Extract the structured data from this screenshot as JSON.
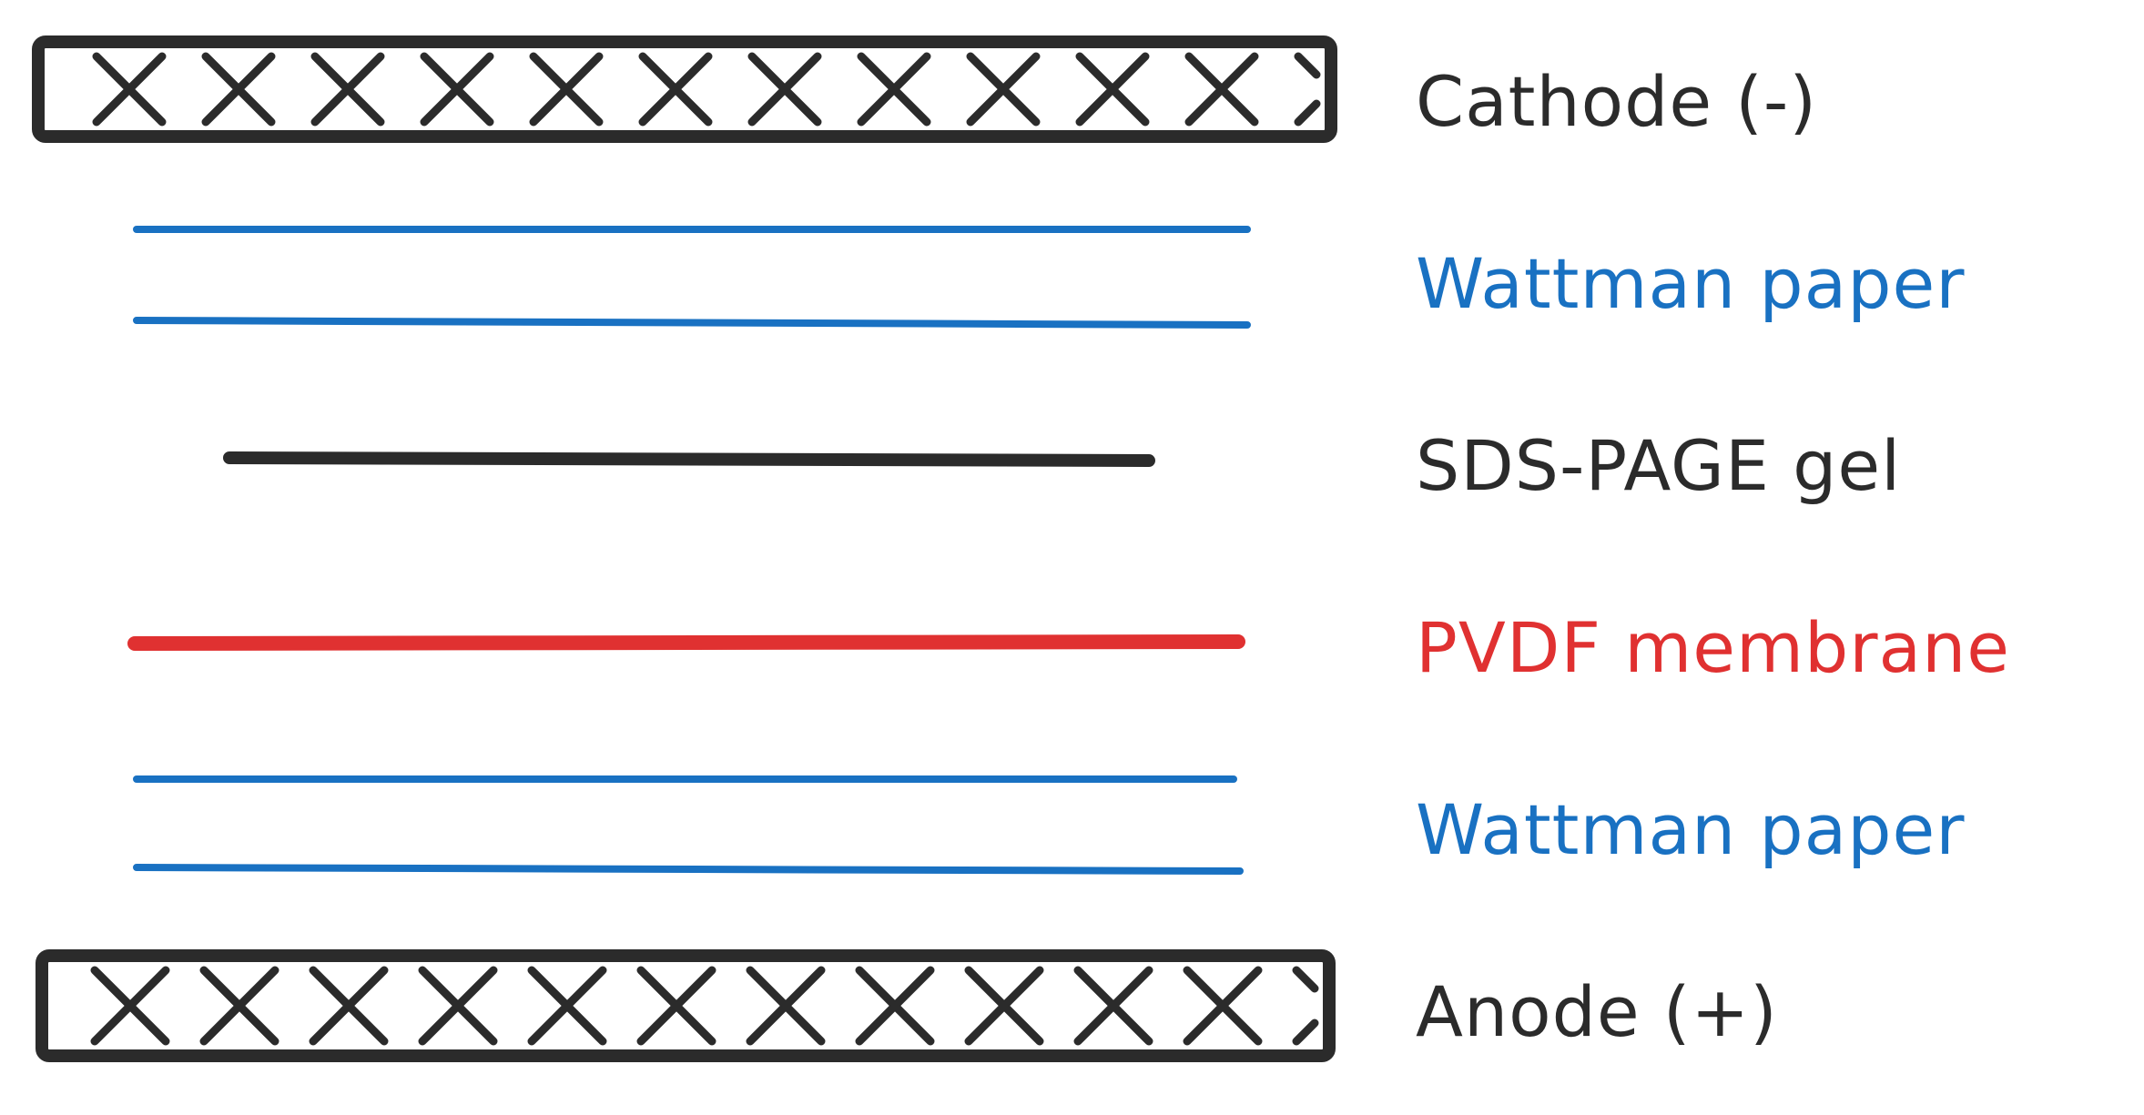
{
  "colors": {
    "black": "#2b2b2b",
    "blue": "#1971c2",
    "red": "#e03131",
    "background": "#ffffff"
  },
  "layers": [
    {
      "id": "cathode",
      "label": "Cathode (-)",
      "kind": "electrode",
      "color": "#2b2b2b"
    },
    {
      "id": "wattman-top",
      "label": "Wattman paper",
      "kind": "paper",
      "color": "#1971c2"
    },
    {
      "id": "gel",
      "label": "SDS-PAGE gel",
      "kind": "gel",
      "color": "#2b2b2b"
    },
    {
      "id": "pvdf",
      "label": "PVDF membrane",
      "kind": "membrane",
      "color": "#e03131"
    },
    {
      "id": "wattman-bottom",
      "label": "Wattman paper",
      "kind": "paper",
      "color": "#1971c2"
    },
    {
      "id": "anode",
      "label": "Anode (+)",
      "kind": "electrode",
      "color": "#2b2b2b"
    }
  ]
}
